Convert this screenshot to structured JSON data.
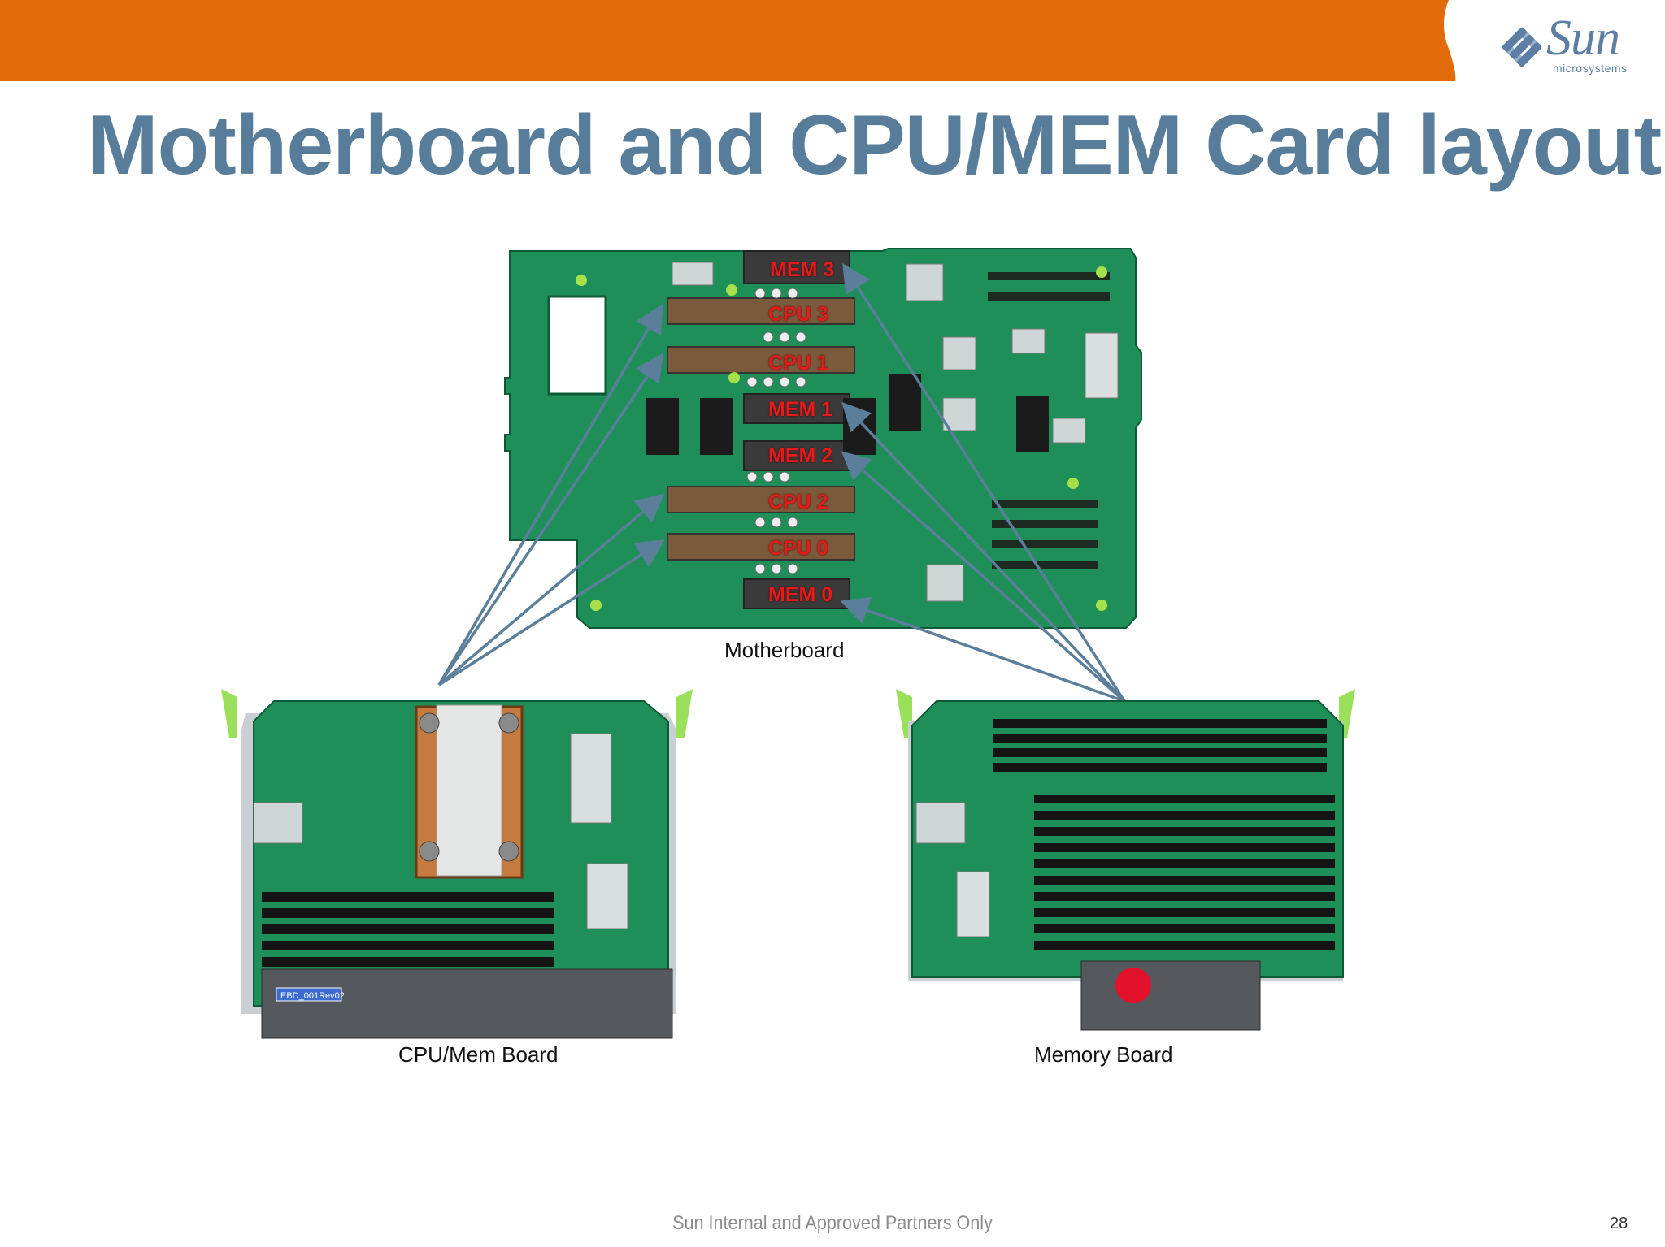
{
  "title": "Motherboard and CPU/MEM Card layout",
  "logo": {
    "word": "Sun",
    "sub": "microsystems"
  },
  "captions": {
    "motherboard": "Motherboard",
    "cpu_mem_board": "CPU/Mem Board",
    "memory_board": "Memory Board"
  },
  "slots": {
    "mem3": "MEM 3",
    "cpu3": "CPU 3",
    "cpu1": "CPU 1",
    "mem1": "MEM 1",
    "mem2": "MEM 2",
    "cpu2": "CPU 2",
    "cpu0": "CPU 0",
    "mem0": "MEM 0"
  },
  "board_label": "EBD_001Rev02",
  "footer": "Sun Internal and Approved Partners Only",
  "page_number": "28",
  "colors": {
    "banner": "#e36c0a",
    "title": "#577d9a",
    "slot_label": "#e31b1b",
    "arrow": "#5b7f9a",
    "pcb": "#1f8f5a"
  }
}
